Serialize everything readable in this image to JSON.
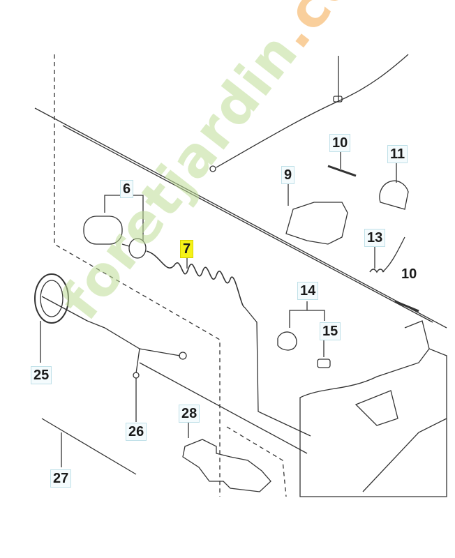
{
  "diagram": {
    "highlight_color": "#f5f218",
    "labels": {
      "p6": "6",
      "p7": "7",
      "p9": "9",
      "p10a": "10",
      "p10b": "10",
      "p11": "11",
      "p13": "13",
      "p14": "14",
      "p15": "15",
      "p25": "25",
      "p26": "26",
      "p27": "27",
      "p28": "28"
    },
    "watermark": {
      "main": "foretjardin",
      "accent": ".com"
    }
  }
}
